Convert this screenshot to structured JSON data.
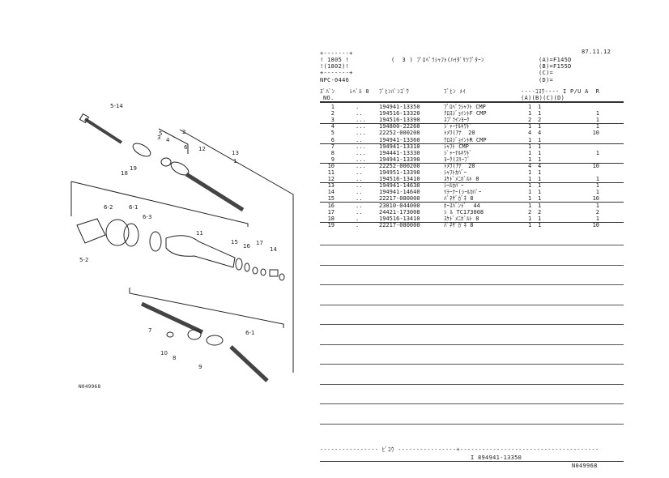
{
  "header": {
    "box_top": "+-------+",
    "group_code": "! 1805 !",
    "group_alt": "!(1802)!",
    "box_bottom": "+-------+",
    "catalog_no": "NPC-0446",
    "section": "(  3 ) ﾌﾟﾛﾍﾟﾗｼｬﾌﾄ(ﾊｲﾀﾞﾘﾂﾌﾟﾀｰﾝ",
    "date": "87.11.12",
    "models": [
      "(A)=F145D",
      "(B)=F155D",
      "(C)=",
      "(D)="
    ]
  },
  "columns": {
    "no": "ｽﾞﾊﾞﾝ",
    "no2": "NO.",
    "level": "ﾚﾍﾞﾙ 0",
    "part_no": "ﾌﾞﾋﾝﾊﾞﾝｺﾞｳ",
    "name": "ﾌﾞﾋﾝ ﾒｲ",
    "qty": "----ｺｽｳ---- I P/U A  R",
    "qty2": "(A)(B)(C)(D)"
  },
  "rows": [
    {
      "no": "1",
      "level": ".",
      "part": "194941-13350",
      "name": "ﾌﾟﾛﾍﾟﾗｼｬﾌﾄ CMP",
      "a": "1",
      "b": "1",
      "pu": ""
    },
    {
      "no": "2",
      "level": "..",
      "part": "194516-13320",
      "name": "ｸﾛｽｼﾞｮｲﾝﾄF CMP",
      "a": "1",
      "b": "1",
      "pu": "1"
    },
    {
      "no": "3",
      "level": "...",
      "part": "194516-13390",
      "name": "ｽﾌﾟﾗｲﾝﾖｰｸ",
      "a": "2",
      "b": "2",
      "pu": "1"
    },
    {
      "no": "4",
      "level": "...",
      "part": "194800-22260",
      "name": "ｼﾞｬｰﾅﾙｷﾜﾄﾞ",
      "a": "1",
      "b": "1",
      "pu": "1"
    },
    {
      "no": "5",
      "level": "...",
      "part": "22252-000200",
      "name": "ﾄﾒﾜ(ｱﾅ  20",
      "a": "4",
      "b": "4",
      "pu": "10"
    },
    {
      "no": "6",
      "level": "..",
      "part": "194941-13360",
      "name": "ｸﾛｽｼﾞｮｲﾝﾄR CMP",
      "a": "1",
      "b": "1",
      "pu": ""
    },
    {
      "no": "7",
      "level": "...",
      "part": "194941-13310",
      "name": "ｼｬﾌﾄ CMP",
      "a": "1",
      "b": "1",
      "pu": ""
    },
    {
      "no": "8",
      "level": "...",
      "part": "194441-13330",
      "name": "ｼﾞｬｰﾅﾙｷﾜﾄﾞ",
      "a": "1",
      "b": "1",
      "pu": "1"
    },
    {
      "no": "9",
      "level": "...",
      "part": "194941-13390",
      "name": "ﾖｰｸ(ｽﾘｰﾌﾞ",
      "a": "1",
      "b": "1",
      "pu": ""
    },
    {
      "no": "10",
      "level": "...",
      "part": "22252-000200",
      "name": "ﾄﾒﾜ(ｱﾅ  20",
      "a": "4",
      "b": "4",
      "pu": "10"
    },
    {
      "no": "11",
      "level": "..",
      "part": "194951-13390",
      "name": "ｼｬﾌﾄｶﾊﾞｰ",
      "a": "1",
      "b": "1",
      "pu": ""
    },
    {
      "no": "12",
      "level": "..",
      "part": "194516-13410",
      "name": "ｽｹﾄﾞﾒﾆﾎﾞﾙﾄ 8",
      "a": "1",
      "b": "1",
      "pu": "1"
    },
    {
      "no": "13",
      "level": "..",
      "part": "194941-14630",
      "name": "ｼｰﾙｶﾊﾞｰ",
      "a": "1",
      "b": "1",
      "pu": "1"
    },
    {
      "no": "14",
      "level": "..",
      "part": "194941-14640",
      "name": "ﾘﾃｰﾅｰ(ｼｰﾙｶﾊﾞｰ",
      "a": "1",
      "b": "1",
      "pu": "1"
    },
    {
      "no": "15",
      "level": "..",
      "part": "22217-080000",
      "name": "ﾊﾞﾈｻﾞｶﾞﾈ 8",
      "a": "1",
      "b": "1",
      "pu": "10"
    },
    {
      "no": "16",
      "level": "..",
      "part": "23010-044000",
      "name": "ﾎｰｽﾊﾞﾝﾄﾞ  44",
      "a": "1",
      "b": "1",
      "pu": "1"
    },
    {
      "no": "17",
      "level": "..",
      "part": "24421-173008",
      "name": "ｼ ﾙ TC173008",
      "a": "2",
      "b": "2",
      "pu": "2"
    },
    {
      "no": "18",
      "level": ".",
      "part": "194516-13410",
      "name": "ｽｹﾄﾞﾒﾆﾎﾞﾙﾄ 8",
      "a": "1",
      "b": "1",
      "pu": "1"
    },
    {
      "no": "19",
      "level": ".",
      "part": "22217-080000",
      "name": "ﾊﾞﾈｻﾞｶﾞﾈ 8",
      "a": "1",
      "b": "1",
      "pu": "10"
    }
  ],
  "footer": {
    "remarks_line": "---------------- ﾋﾞｺｳ ----------------+--------------------------------------",
    "assembly_ref": "I 894941-13350",
    "page_code": "N049968"
  },
  "diagram": {
    "code": "N049968",
    "callouts": [
      "5-14",
      "6-2",
      "6-1",
      "6-3",
      "5-2",
      "6-1",
      "1",
      "2",
      "3",
      "4",
      "5",
      "6",
      "7",
      "8",
      "9",
      "10",
      "11",
      "12",
      "13",
      "14",
      "15",
      "16",
      "17",
      "18",
      "19"
    ]
  }
}
